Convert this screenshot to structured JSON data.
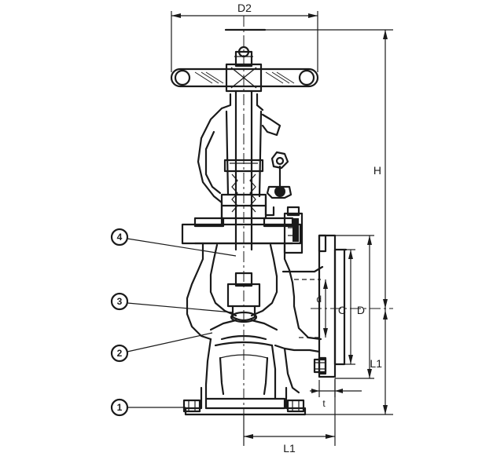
{
  "dimensions": {
    "d2": "D2",
    "h": "H",
    "l1_right": "L1",
    "l1_bottom": "L1",
    "d_small": "d",
    "c": "C",
    "d_large": "D",
    "t": "t"
  },
  "balloons": [
    {
      "number": "1"
    },
    {
      "number": "2"
    },
    {
      "number": "3"
    },
    {
      "number": "4"
    }
  ]
}
